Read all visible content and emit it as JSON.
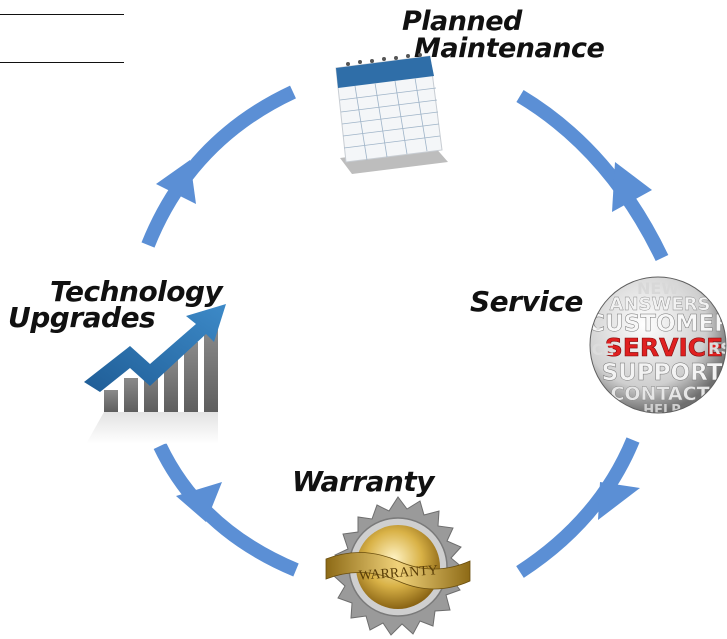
{
  "diagram": {
    "stages": [
      {
        "id": "planned-maintenance",
        "label_line1": "Planned",
        "label_line2": "Maintenance",
        "icon": "calendar-icon"
      },
      {
        "id": "service",
        "label": "Service",
        "icon": "word-sphere-icon",
        "sphere_words": [
          "NEW",
          "ANSWERS",
          "CUSTOMER",
          "SERVICE",
          "SUPPORT",
          "CONTACT",
          "HELP",
          "ICE",
          "RS",
          "T"
        ]
      },
      {
        "id": "warranty",
        "label": "Warranty",
        "icon": "warranty-seal-icon",
        "seal_text": "WARRANTY"
      },
      {
        "id": "technology-upgrades",
        "label_line1": "Technology",
        "label_line2": "Upgrades",
        "icon": "growth-chart-icon"
      }
    ],
    "colors": {
      "arrow": "#5b8fd5",
      "text": "#111111",
      "sphere_highlight": "#e02020",
      "chart_arrow": "#2a6fb0",
      "chart_bars": "#7a7a7a",
      "seal_gold": "#c9a23a"
    }
  }
}
